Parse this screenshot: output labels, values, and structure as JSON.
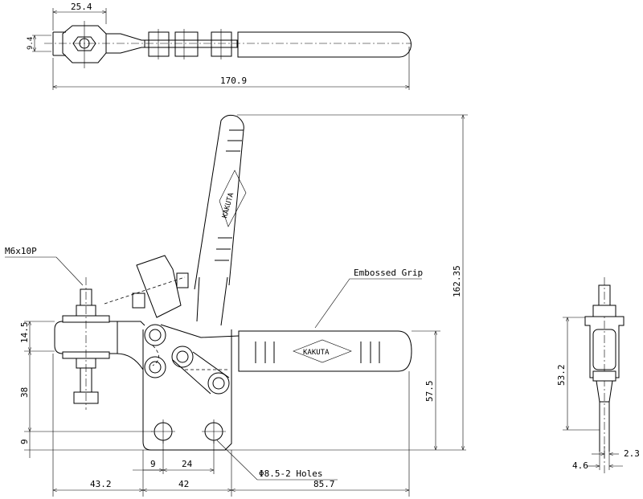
{
  "drawing": {
    "top_view": {
      "width_dim": "25.4",
      "thickness_dim": "9.4",
      "length_dim": "170.9"
    },
    "front_view": {
      "thread_label": "M6x10P",
      "grip_label": "Embossed Grip",
      "height_dim": "162.35",
      "arm_height_dim": "14.5",
      "spindle_dim": "38",
      "base_offset_dim": "9",
      "handle_height_dim": "57.5",
      "hole_offset_dim": "9",
      "hole_pitch_dim": "24",
      "hole_label": "Φ8.5-2 Holes",
      "reach_dim": "43.2",
      "base_width_dim": "42",
      "handle_length_dim": "85.7",
      "logo_text": "KAKUTA"
    },
    "side_view": {
      "height_dim": "53.2",
      "gap_dim": "2.3",
      "width_dim": "4.6"
    }
  }
}
